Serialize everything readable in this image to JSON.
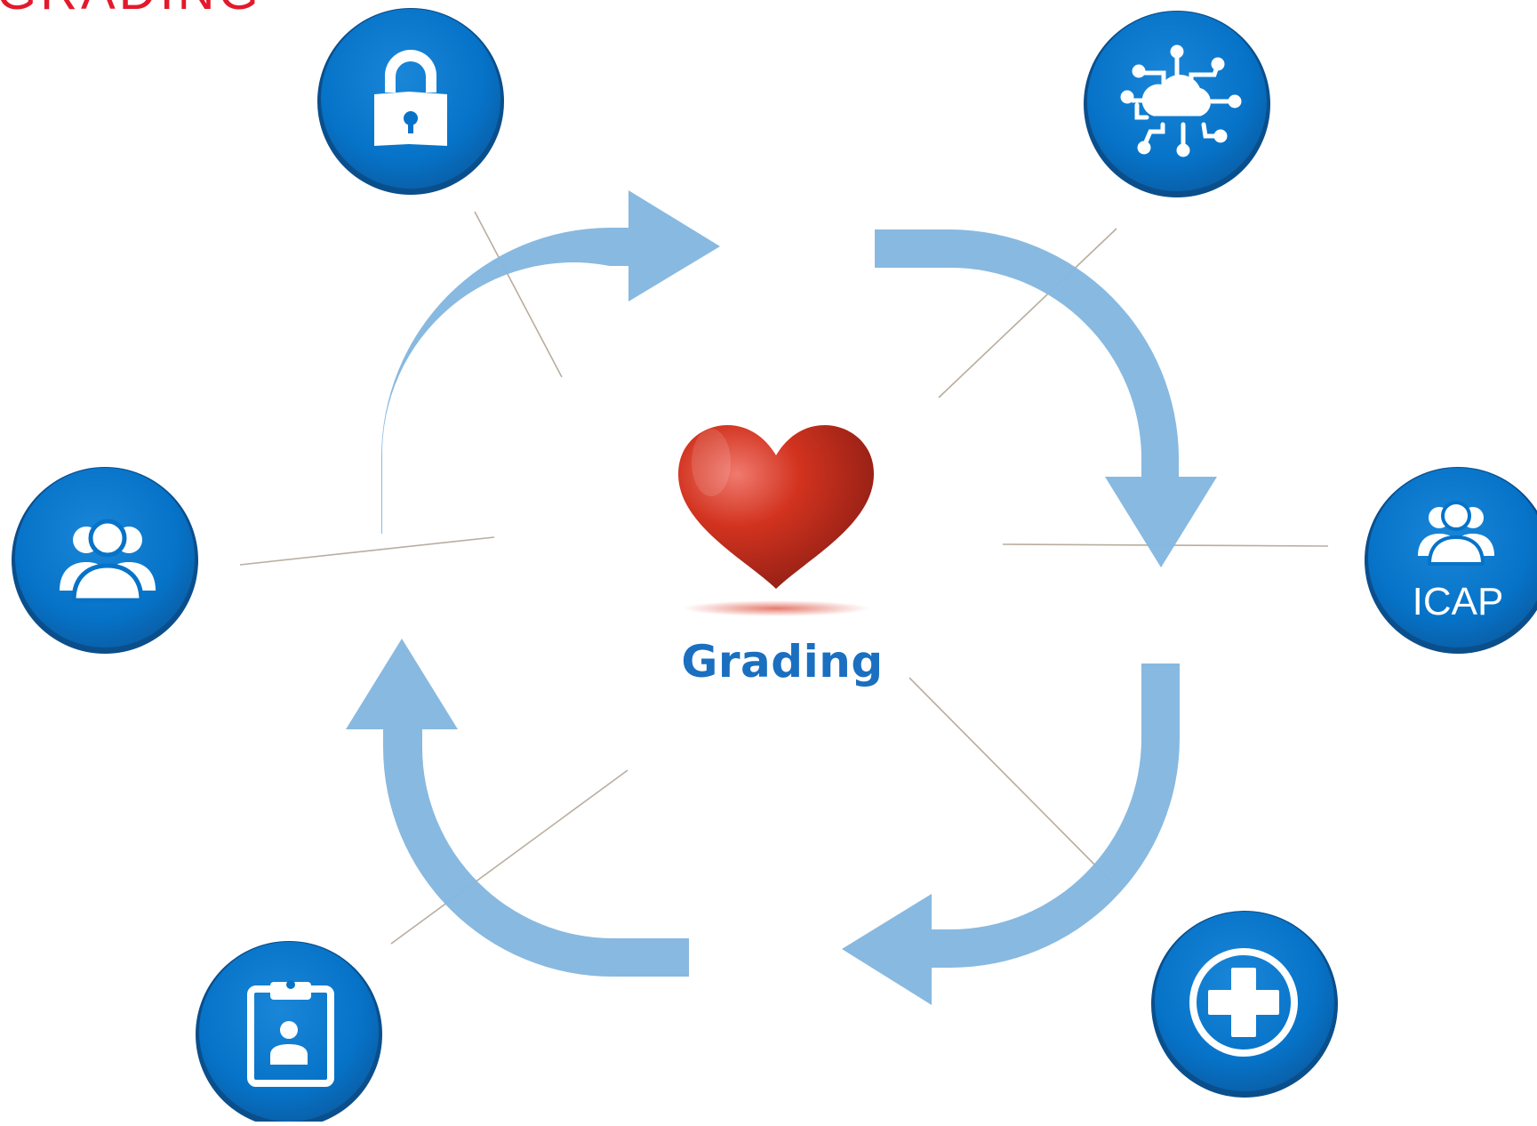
{
  "header": {
    "title": "GRADING"
  },
  "center": {
    "label": "Grading",
    "icon": "heart-icon"
  },
  "nodes": [
    {
      "id": "lock",
      "icon": "lock-icon",
      "label": ""
    },
    {
      "id": "cloud",
      "icon": "cloud-network-icon",
      "label": ""
    },
    {
      "id": "group-left",
      "icon": "user-group-icon",
      "label": ""
    },
    {
      "id": "icap",
      "icon": "user-group-icon",
      "label": "ICAP"
    },
    {
      "id": "clipboard",
      "icon": "clipboard-id-icon",
      "label": ""
    },
    {
      "id": "medical",
      "icon": "medical-cross-icon",
      "label": ""
    }
  ],
  "colors": {
    "title": "#e3192b",
    "circle": "#0673c8",
    "arrow": "#84b7df",
    "center_label": "#1a6fc0",
    "heart": "#c8261b"
  }
}
